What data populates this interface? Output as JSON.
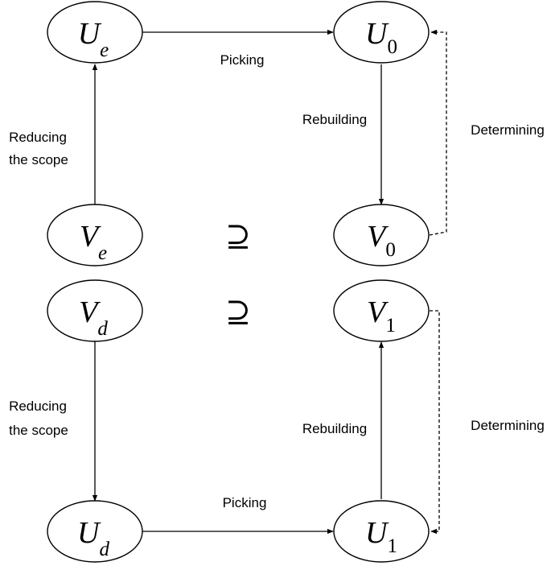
{
  "nodes": {
    "ue": {
      "main": "U",
      "sub": "e",
      "sub_italic": true
    },
    "u0": {
      "main": "U",
      "sub": "0",
      "sub_italic": false
    },
    "ve": {
      "main": "V",
      "sub": "e",
      "sub_italic": true
    },
    "v0": {
      "main": "V",
      "sub": "0",
      "sub_italic": false
    },
    "vd": {
      "main": "V",
      "sub": "d",
      "sub_italic": true
    },
    "v1": {
      "main": "V",
      "sub": "1",
      "sub_italic": false
    },
    "ud": {
      "main": "U",
      "sub": "d",
      "sub_italic": true
    },
    "u1": {
      "main": "U",
      "sub": "1",
      "sub_italic": false
    }
  },
  "edges": [
    {
      "from": "ue",
      "to": "u0",
      "style": "solid"
    },
    {
      "from": "ve",
      "to": "ue",
      "style": "solid"
    },
    {
      "from": "u0",
      "to": "v0",
      "style": "solid"
    },
    {
      "from": "v0",
      "to": "u0",
      "style": "dashed"
    },
    {
      "from": "vd",
      "to": "ud",
      "style": "solid"
    },
    {
      "from": "ud",
      "to": "u1",
      "style": "solid"
    },
    {
      "from": "u1",
      "to": "v1",
      "style": "solid"
    },
    {
      "from": "v1",
      "to": "u1",
      "style": "dashed"
    }
  ],
  "labels": {
    "picking_top": "Picking",
    "rebuilding_top": "Rebuilding",
    "determining_top": "Determining",
    "reducing_top_line1": "Reducing",
    "reducing_top_line2": "the scope",
    "picking_bottom": "Picking",
    "rebuilding_bottom": "Rebuilding",
    "determining_bottom": "Determining",
    "reducing_bottom_line1": "Reducing",
    "reducing_bottom_line2": "the scope"
  },
  "relations": {
    "top": "⊇",
    "bottom": "⊇"
  }
}
